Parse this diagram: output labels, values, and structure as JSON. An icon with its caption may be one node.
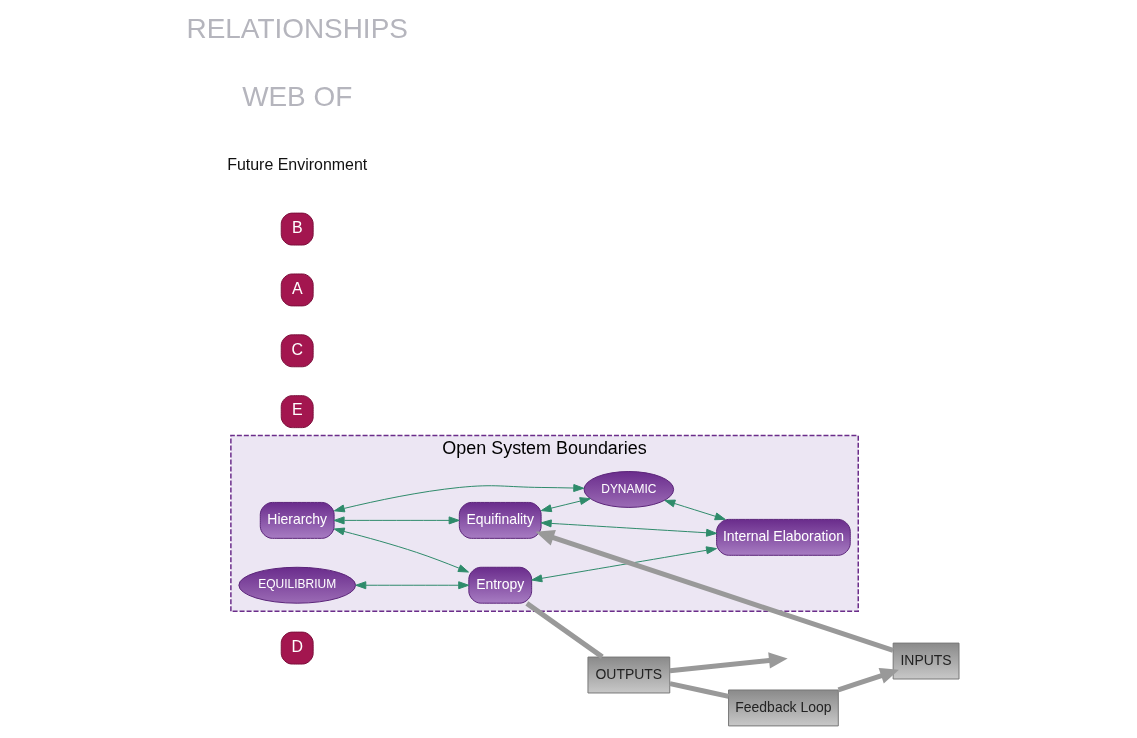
{
  "diagram": {
    "nodes": [
      {
        "text": [
          "D"
        ]
      },
      {
        "text": [
          "Open System Boundaries"
        ]
      },
      {
        "text": [
          "E"
        ]
      },
      {
        "text": [
          "Hierarchy"
        ],
        "in": 1
      },
      {
        "text": [
          "C"
        ]
      },
      {
        "text": [
          "A"
        ]
      },
      {
        "text": [
          "INPUTS"
        ]
      },
      {
        "text": [
          "Equifinality"
        ],
        "in": 1
      },
      {
        "text": [
          "DYNAMIC"
        ],
        "in": 1
      },
      {
        "text": [
          "EQUILIBRIUM"
        ],
        "in": 1
      },
      {
        "text": [
          "Entropy"
        ],
        "in": 1
      },
      {
        "text": [
          "OUTPUTS"
        ]
      },
      {
        "text": [
          "Internal Elaboration"
        ],
        "in": 1
      },
      {
        "text": [
          "B"
        ]
      },
      {
        "text": [
          "Feedback Loop"
        ]
      }
    ],
    "edges": [
      {
        "from": 3,
        "to": 7,
        "arrow": "both"
      },
      {
        "from": 3,
        "to": 8,
        "arrow": "both"
      },
      {
        "from": 3,
        "to": 10,
        "arrow": "both"
      },
      {
        "from": 7,
        "to": 8,
        "arrow": "both"
      },
      {
        "from": 9,
        "to": 10,
        "arrow": "both"
      },
      {
        "from": 7,
        "to": 12,
        "arrow": "both"
      },
      {
        "from": 8,
        "to": 12,
        "arrow": "both"
      },
      {
        "from": 10,
        "to": 12,
        "arrow": "both"
      },
      {
        "from": 6,
        "to": 7,
        "arrow": "to",
        "style": "thick",
        "color": "#999999"
      },
      {
        "from": 10,
        "to": 11,
        "arrow": "none",
        "style": "thick",
        "color": "#999999"
      },
      {
        "from": 11,
        "to": null,
        "arrow": "to",
        "style": "thick",
        "color": "#999999"
      },
      {
        "from": 11,
        "to": 14,
        "arrow": "none",
        "style": "thick",
        "color": "#999999"
      },
      {
        "from": 14,
        "to": 6,
        "arrow": "to",
        "style": "thick",
        "color": "#999999"
      }
    ],
    "labels": [
      "Future Environment",
      "WEB OF",
      "RELATIONSHIPS"
    ]
  }
}
